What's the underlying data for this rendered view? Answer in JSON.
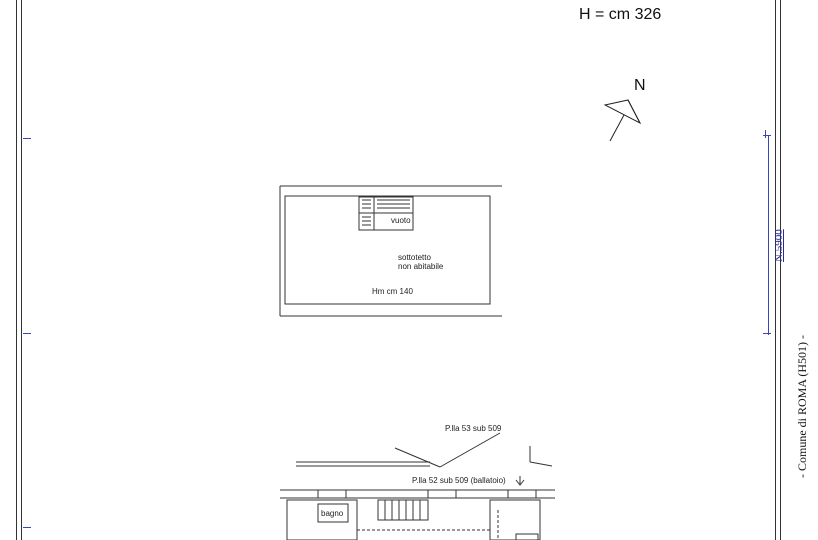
{
  "header": {
    "height_label": "H = cm 326"
  },
  "compass": {
    "north_label": "N"
  },
  "attic": {
    "stair_label": "vuoto",
    "room_label_1": "sottotetto",
    "room_label_2": "non abitabile",
    "height_label": "Hm cm 140"
  },
  "lower_plan": {
    "parcel_label_1": "P.lla 53 sub 509",
    "parcel_label_2": "P.lla 52 sub 509 (ballatoio)",
    "room_label": "bagno"
  },
  "sidebar": {
    "municipality": "- Comune di ROMA (H501) -",
    "link_text": "N.5900"
  }
}
